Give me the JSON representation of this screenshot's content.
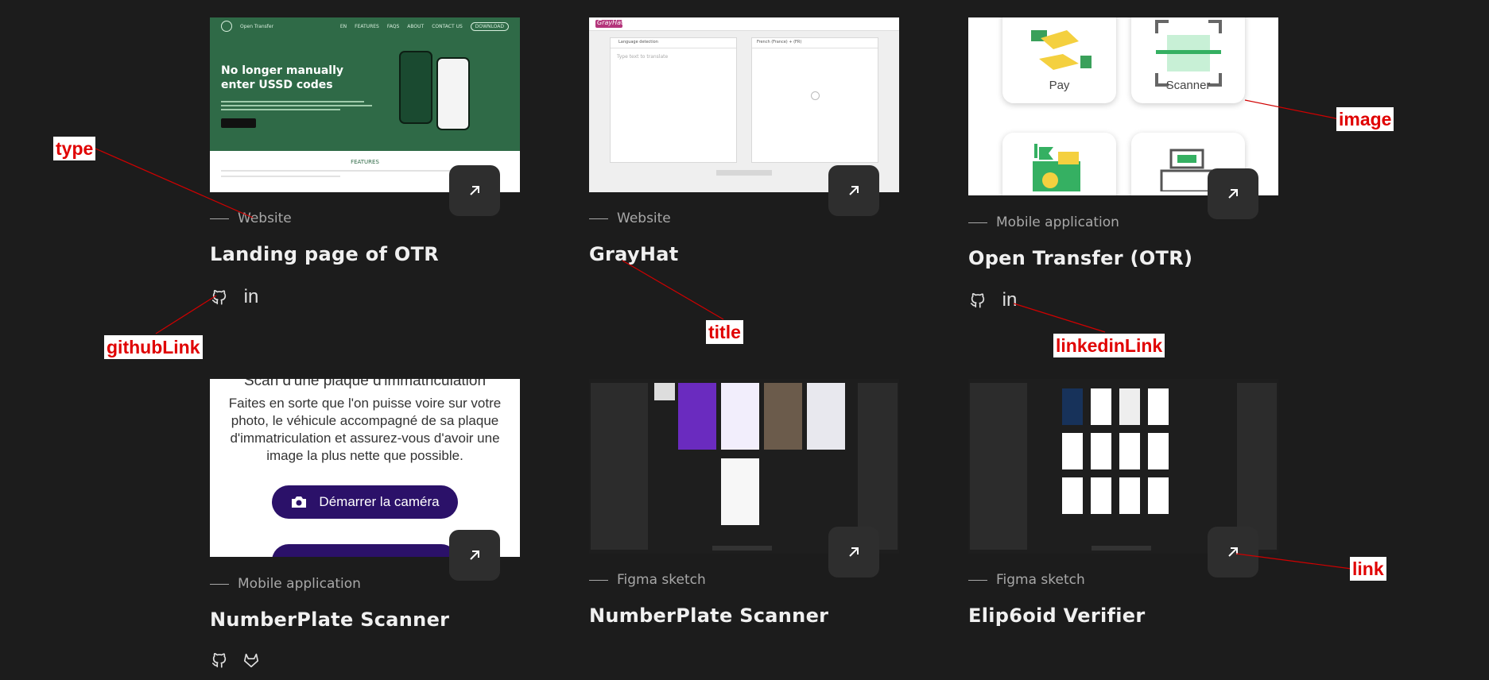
{
  "cards": [
    {
      "type": "Website",
      "title": "Landing page of OTR",
      "links": [
        "github-icon",
        "linkedin-icon"
      ],
      "preview": {
        "nav_items": [
          "Open Transfer",
          "EN",
          "FEATURES",
          "FAQS",
          "ABOUT",
          "CONTACT US",
          "DOWNLOAD"
        ],
        "headline": "No longer manually enter USSD codes",
        "features_heading": "FEATURES"
      }
    },
    {
      "type": "Website",
      "title": "GrayHat",
      "links": [],
      "preview": {
        "brand": "GrayHat",
        "source_lang": "Language detection",
        "target_lang": "French (France) + (FR)",
        "placeholder": "Type text to translate"
      }
    },
    {
      "type": "Mobile application",
      "title": "Open Transfer (OTR)",
      "links": [
        "github-icon",
        "linkedin-icon"
      ],
      "preview": {
        "tile1": "Pay",
        "tile2": "Scanner"
      }
    },
    {
      "type": "Mobile application",
      "title": "NumberPlate Scanner",
      "links": [
        "github-icon",
        "gitlab-icon"
      ],
      "preview": {
        "heading": "Scan d'une plaque d'immatriculation",
        "body": "Faites en sorte que l'on puisse voire sur votre photo, le véhicule accompagné de sa plaque d'immatriculation et assurez-vous d'avoir une image la plus nette que possible.",
        "camera_button": "Démarrer la caméra"
      }
    },
    {
      "type": "Figma sketch",
      "title": "NumberPlate Scanner",
      "links": []
    },
    {
      "type": "Figma sketch",
      "title": "Elip6oid Verifier",
      "links": []
    }
  ],
  "annotations": {
    "type": "type",
    "title": "title",
    "image": "image",
    "githubLink": "githubLink",
    "linkedinLink": "linkedinLink",
    "link": "link"
  },
  "colors": {
    "background": "#1c1c1c",
    "annotation": "#e00000",
    "button": "#2e2e2e"
  }
}
